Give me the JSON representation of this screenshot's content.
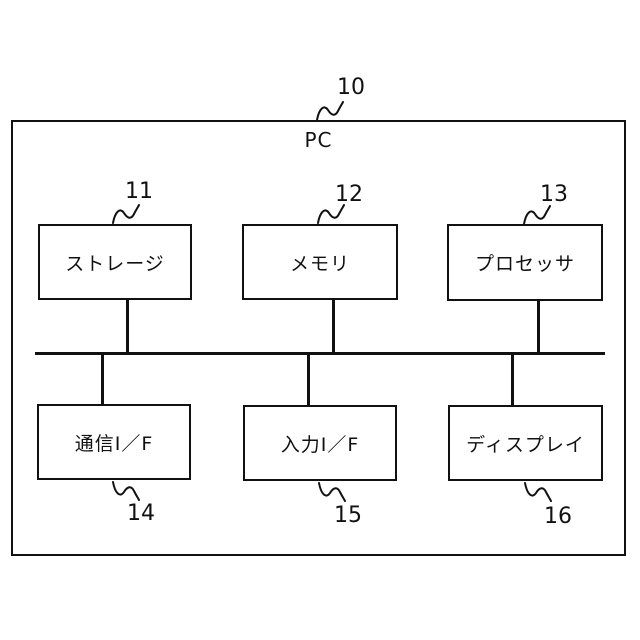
{
  "figure": {
    "ref": "10",
    "title": "PC"
  },
  "colors": {
    "background": "#ffffff",
    "line": "#111111"
  },
  "blocks": [
    {
      "id": "storage",
      "ref": "11",
      "label": "ストレージ"
    },
    {
      "id": "memory",
      "ref": "12",
      "label": "メモリ"
    },
    {
      "id": "processor",
      "ref": "13",
      "label": "プロセッサ"
    },
    {
      "id": "communication-if",
      "ref": "14",
      "label": "通信I／F"
    },
    {
      "id": "input-if",
      "ref": "15",
      "label": "入力I／F"
    },
    {
      "id": "display",
      "ref": "16",
      "label": "ディスプレイ"
    }
  ]
}
